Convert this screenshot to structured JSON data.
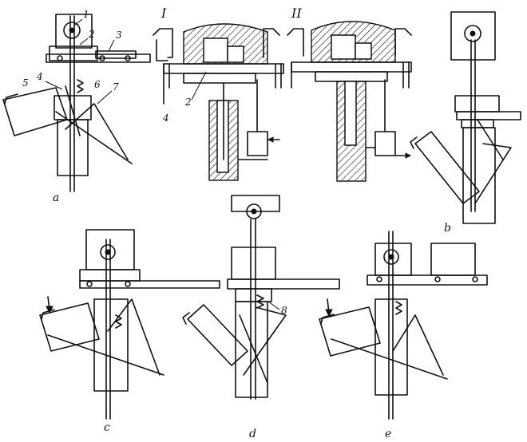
{
  "panels": {
    "a": {
      "label": "a"
    },
    "b": {
      "label": "b"
    },
    "c": {
      "label": "c"
    },
    "d": {
      "label": "d"
    },
    "e": {
      "label": "e"
    }
  },
  "stages": {
    "I": "I",
    "II": "II"
  },
  "callouts": {
    "n1": "1",
    "n2": "2",
    "n3": "3",
    "n4": "4",
    "n5": "5",
    "n6": "6",
    "n7": "7",
    "n8": "8",
    "n2b": "2",
    "n4b": "4"
  }
}
